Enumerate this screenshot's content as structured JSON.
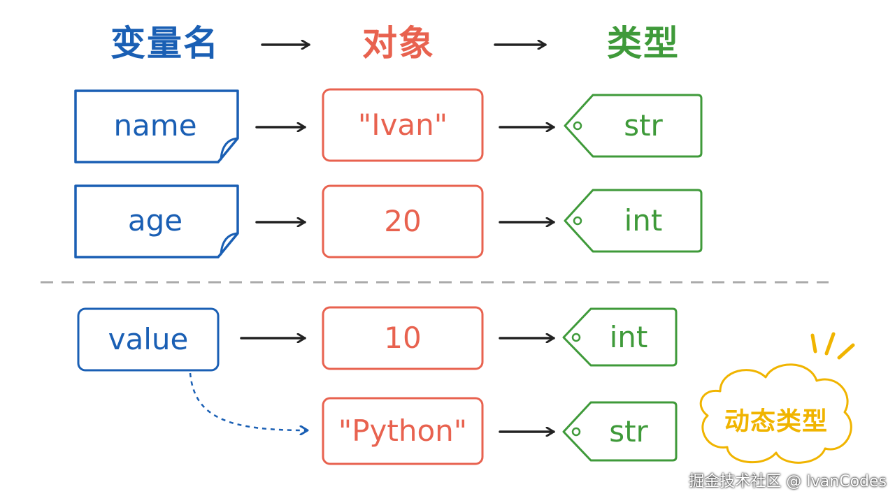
{
  "headers": {
    "variable_name": "变量名",
    "object": "对象",
    "type": "类型"
  },
  "rows": [
    {
      "variable": "name",
      "object": "\"Ivan\"",
      "type": "str"
    },
    {
      "variable": "age",
      "object": "20",
      "type": "int"
    },
    {
      "variable": "value",
      "object": "10",
      "type": "int"
    },
    {
      "variable": "",
      "object": "\"Python\"",
      "type": "str"
    }
  ],
  "badge": "动态类型",
  "watermark": "掘金技术社区 @ IvanCodes",
  "colors": {
    "blue": "#1a5fb4",
    "red": "#e8624f",
    "green": "#3f9a3a",
    "black": "#222222",
    "yellow": "#f0b400",
    "divider": "#aaaaaa"
  }
}
